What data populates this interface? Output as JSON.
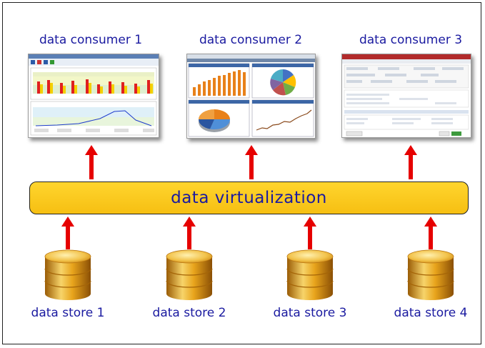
{
  "consumers": [
    {
      "label": "data consumer 1"
    },
    {
      "label": "data consumer 2"
    },
    {
      "label": "data consumer 3"
    }
  ],
  "virtualization": {
    "label": "data virtualization"
  },
  "stores": [
    {
      "label": "data store 1"
    },
    {
      "label": "data store 2"
    },
    {
      "label": "data store 3"
    },
    {
      "label": "data store 4"
    }
  ],
  "colors": {
    "text": "#1a1aa0",
    "arrow": "#e60000",
    "bar": "#f6c417",
    "cylinder": "#e0a020"
  }
}
